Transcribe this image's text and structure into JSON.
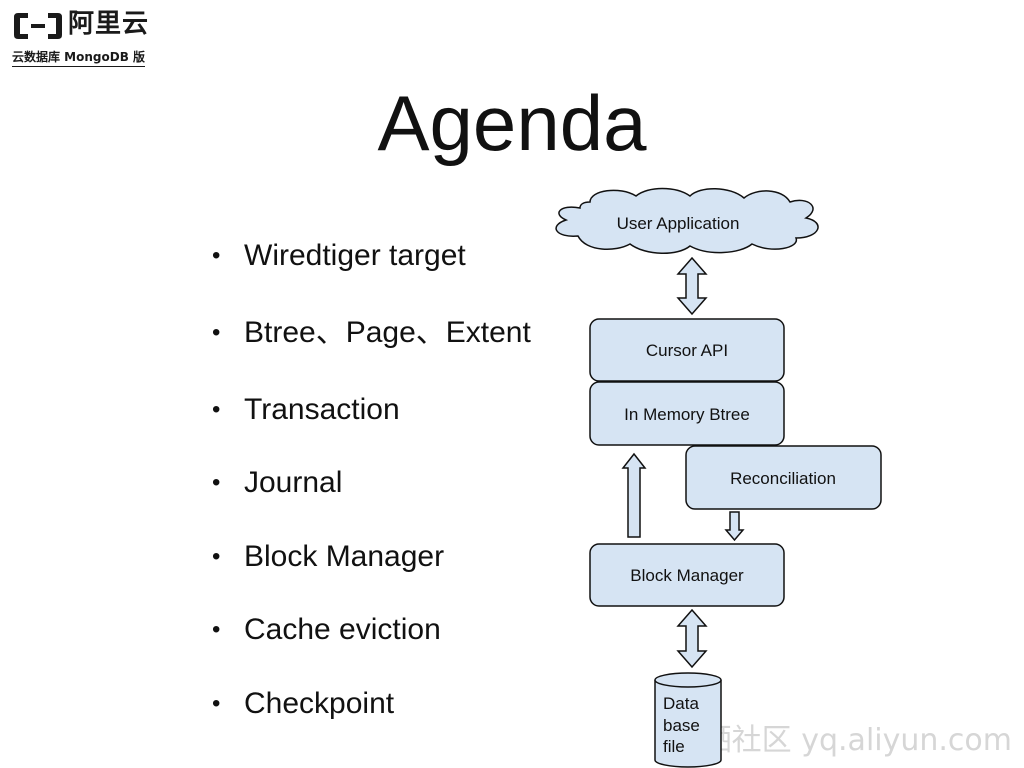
{
  "logo": {
    "icon": "aliyun-logo-icon",
    "brand": "阿里云",
    "subtitle": "云数据库 MongoDB 版"
  },
  "title": "Agenda",
  "bullets": [
    "Wiredtiger target",
    "Btree、Page、Extent",
    "Transaction",
    "Journal",
    "Block Manager",
    "Cache eviction",
    "Checkpoint"
  ],
  "diagram": {
    "user_application": "User Application",
    "cursor_api": "Cursor API",
    "in_memory_btree": "In Memory Btree",
    "reconciliation": "Reconciliation",
    "block_manager": "Block Manager",
    "database_file": [
      "Data",
      "base",
      "file"
    ]
  },
  "watermark": "云栖社区 yq.aliyun.com",
  "colors": {
    "box_fill": "#d6e4f3",
    "stroke": "#111111",
    "watermark": "#c9c9c9"
  }
}
